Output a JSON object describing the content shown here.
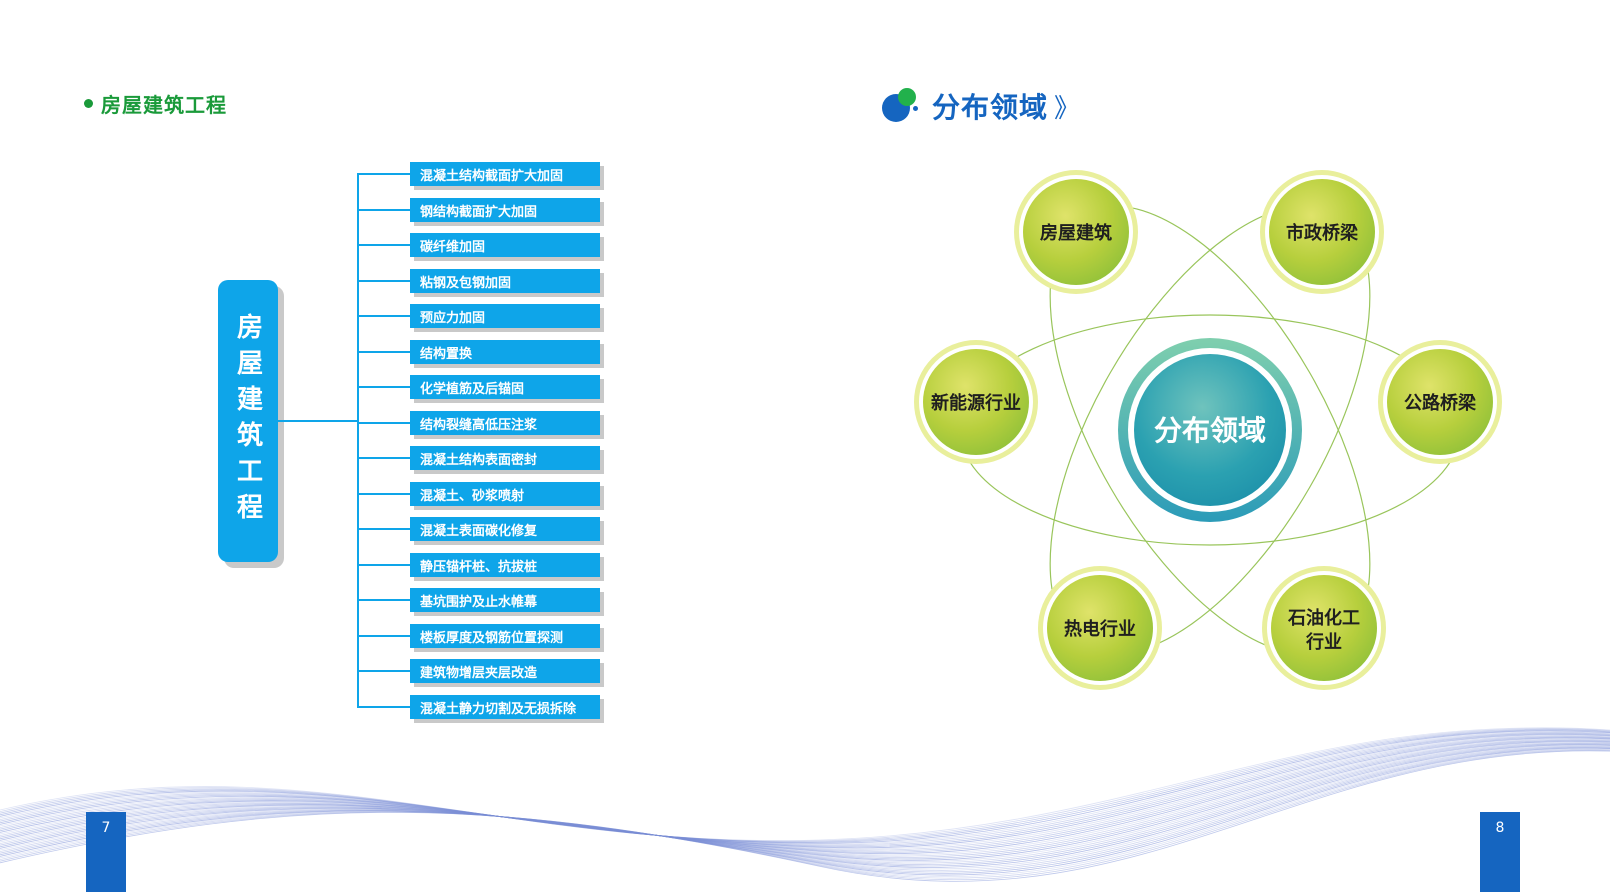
{
  "left": {
    "heading": "房屋建筑工程",
    "main_box": "房屋建筑工程",
    "items": [
      "混凝土结构截面扩大加固",
      "钢结构截面扩大加固",
      "碳纤维加固",
      "粘钢及包钢加固",
      "预应力加固",
      "结构置换",
      "化学植筋及后锚固",
      "结构裂缝高低压注浆",
      "混凝土结构表面密封",
      "混凝土、砂浆喷射",
      "混凝土表面碳化修复",
      "静压锚杆桩、抗拔桩",
      "基坑围护及止水帷幕",
      "楼板厚度及钢筋位置探测",
      "建筑物增层夹层改造",
      "混凝土静力切割及无损拆除"
    ]
  },
  "right": {
    "heading": "分布领域",
    "heading_chevron": "》",
    "center": "分布领域",
    "nodes": [
      {
        "line1": "房屋建筑",
        "line2": ""
      },
      {
        "line1": "市政桥梁",
        "line2": ""
      },
      {
        "line1": "公路桥梁",
        "line2": ""
      },
      {
        "line1": "石油化工",
        "line2": "行业"
      },
      {
        "line1": "热电行业",
        "line2": ""
      },
      {
        "line1": "新能源行业",
        "line2": ""
      }
    ]
  },
  "footer": {
    "page_left": "7",
    "page_right": "8"
  },
  "colors": {
    "accent_blue": "#0ea5e9",
    "title_blue": "#1565c0",
    "green": "#1a9a3a",
    "node_green": "#a6c93a",
    "wave": "#7b8fd6"
  }
}
